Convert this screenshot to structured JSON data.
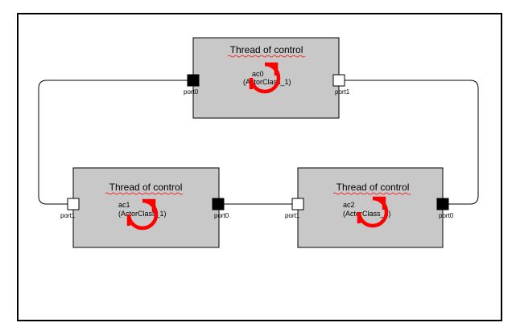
{
  "actors": [
    {
      "title": "Thread of control",
      "name": "ac0",
      "class": "(ActorClass_1)",
      "left_port": {
        "label": "port0",
        "filled": true
      },
      "right_port": {
        "label": "port1",
        "filled": false
      }
    },
    {
      "title": "Thread of control",
      "name": "ac1",
      "class": "(ActorClass_1)",
      "left_port": {
        "label": "port1",
        "filled": false
      },
      "right_port": {
        "label": "port0",
        "filled": true
      }
    },
    {
      "title": "Thread of control",
      "name": "ac2",
      "class": "(ActorClass_1)",
      "left_port": {
        "label": "port1",
        "filled": false
      },
      "right_port": {
        "label": "port0",
        "filled": true
      }
    }
  ],
  "colors": {
    "actor_fill": "#c8c8c8",
    "thread_icon": "#ff0000",
    "title_underline": "#ff0000",
    "port_filled": "#000000",
    "port_empty": "#ffffff"
  }
}
